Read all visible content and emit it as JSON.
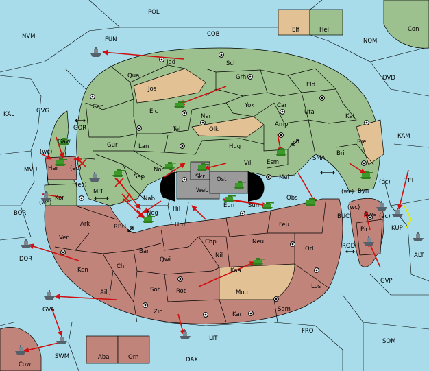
{
  "colors": {
    "sea": "#a8dcea",
    "green": "#9cc18e",
    "red": "#c0847b",
    "tan": "#e2c195",
    "neutral_grey": "#9a9a9a",
    "black": "#000000",
    "arrow": "#d01010",
    "support_arrow": "#e8e800"
  },
  "sea_labels": [
    {
      "id": "pol",
      "text": "POL"
    },
    {
      "id": "nvm",
      "text": "NVM"
    },
    {
      "id": "fun",
      "text": "FUN"
    },
    {
      "id": "cob",
      "text": "COB"
    },
    {
      "id": "nom",
      "text": "NOM"
    },
    {
      "id": "ovd",
      "text": "OVD"
    },
    {
      "id": "kal",
      "text": "KAL"
    },
    {
      "id": "gvg",
      "text": "GVG"
    },
    {
      "id": "kam",
      "text": "KAM"
    },
    {
      "id": "gor",
      "text": "GOR"
    },
    {
      "id": "sma",
      "text": "SMA"
    },
    {
      "id": "mvu",
      "text": "MVU"
    },
    {
      "id": "mit",
      "text": "MIT"
    },
    {
      "id": "tei",
      "text": "TEI"
    },
    {
      "id": "bor",
      "text": "BOR"
    },
    {
      "id": "rbu",
      "text": "RBU"
    },
    {
      "id": "buc",
      "text": "BUC"
    },
    {
      "id": "kup",
      "text": "KUP"
    },
    {
      "id": "alt",
      "text": "ALT"
    },
    {
      "id": "dor",
      "text": "DOR"
    },
    {
      "id": "rod",
      "text": "ROD"
    },
    {
      "id": "gvp",
      "text": "GVP"
    },
    {
      "id": "fro",
      "text": "FRO"
    },
    {
      "id": "som",
      "text": "SOM"
    },
    {
      "id": "gva",
      "text": "GVA"
    },
    {
      "id": "lit",
      "text": "LIT"
    },
    {
      "id": "swm",
      "text": "SWM"
    },
    {
      "id": "dax",
      "text": "DAX"
    },
    {
      "id": "con",
      "text": "Con"
    }
  ],
  "land_labels": [
    {
      "id": "jad",
      "text": "Jad"
    },
    {
      "id": "sch",
      "text": "Sch"
    },
    {
      "id": "qua",
      "text": "Qua"
    },
    {
      "id": "jos",
      "text": "Jos"
    },
    {
      "id": "grh",
      "text": "Grh"
    },
    {
      "id": "eld",
      "text": "Eld"
    },
    {
      "id": "can",
      "text": "Can"
    },
    {
      "id": "elc",
      "text": "Elc"
    },
    {
      "id": "nar",
      "text": "Nar"
    },
    {
      "id": "yok",
      "text": "Yok"
    },
    {
      "id": "car",
      "text": "Car"
    },
    {
      "id": "uta",
      "text": "Uta"
    },
    {
      "id": "kat",
      "text": "Kat"
    },
    {
      "id": "tel",
      "text": "Tel"
    },
    {
      "id": "olk",
      "text": "Olk"
    },
    {
      "id": "amp",
      "text": "Amp"
    },
    {
      "id": "gaw",
      "text": "Gaw"
    },
    {
      "id": "gur",
      "text": "Gur"
    },
    {
      "id": "lan",
      "text": "Lan"
    },
    {
      "id": "hug",
      "text": "Hug"
    },
    {
      "id": "rie",
      "text": "Rie"
    },
    {
      "id": "esm",
      "text": "Esm"
    },
    {
      "id": "bri",
      "text": "Bri"
    },
    {
      "id": "her",
      "text": "Her"
    },
    {
      "id": "nor",
      "text": "Nor"
    },
    {
      "id": "skr",
      "text": "Skr"
    },
    {
      "id": "vil",
      "text": "Vil"
    },
    {
      "id": "sap",
      "text": "Sap"
    },
    {
      "id": "ost",
      "text": "Ost"
    },
    {
      "id": "mel",
      "text": "Mel"
    },
    {
      "id": "web",
      "text": "Web"
    },
    {
      "id": "byn",
      "text": "Byn"
    },
    {
      "id": "kor",
      "text": "Kor"
    },
    {
      "id": "nab",
      "text": "Nab"
    },
    {
      "id": "obs",
      "text": "Obs"
    },
    {
      "id": "eun",
      "text": "Eun"
    },
    {
      "id": "sun",
      "text": "Sun"
    },
    {
      "id": "hil",
      "text": "Hil"
    },
    {
      "id": "gwa",
      "text": "Gwa"
    },
    {
      "id": "nog",
      "text": "Nog"
    },
    {
      "id": "ark",
      "text": "Ark"
    },
    {
      "id": "uru",
      "text": "Uru"
    },
    {
      "id": "feu",
      "text": "Feu"
    },
    {
      "id": "pir",
      "text": "Pir"
    },
    {
      "id": "ver",
      "text": "Ver"
    },
    {
      "id": "chp",
      "text": "Chp"
    },
    {
      "id": "neu",
      "text": "Neu"
    },
    {
      "id": "bar",
      "text": "Bar"
    },
    {
      "id": "qwi",
      "text": "Qwi"
    },
    {
      "id": "nil",
      "text": "Nil"
    },
    {
      "id": "orl",
      "text": "Orl"
    },
    {
      "id": "ken",
      "text": "Ken"
    },
    {
      "id": "chr",
      "text": "Chr"
    },
    {
      "id": "kaa",
      "text": "Kaa"
    },
    {
      "id": "los",
      "text": "Los"
    },
    {
      "id": "sot",
      "text": "Sot"
    },
    {
      "id": "rot",
      "text": "Rot"
    },
    {
      "id": "ail",
      "text": "Ail"
    },
    {
      "id": "mou",
      "text": "Mou"
    },
    {
      "id": "sam",
      "text": "Sam"
    },
    {
      "id": "zin",
      "text": "Zin"
    },
    {
      "id": "kar",
      "text": "Kar"
    },
    {
      "id": "aba",
      "text": "Aba"
    },
    {
      "id": "orn",
      "text": "Orn"
    },
    {
      "id": "elf",
      "text": "Elf"
    },
    {
      "id": "hel",
      "text": "Hel"
    },
    {
      "id": "cow",
      "text": "Cow"
    }
  ],
  "coast_labels": [
    {
      "id": "wc-her",
      "text": "(wc)"
    },
    {
      "id": "ec-her",
      "text": "(ec)"
    },
    {
      "id": "ec-kor",
      "text": "(ec)"
    },
    {
      "id": "wc-kor",
      "text": "(wc)"
    },
    {
      "id": "wc-byn",
      "text": "(wc)"
    },
    {
      "id": "ec-byn",
      "text": "(ec)"
    },
    {
      "id": "wc-gwa",
      "text": "(wc)"
    },
    {
      "id": "ec-gwa",
      "text": "(ec)"
    }
  ]
}
